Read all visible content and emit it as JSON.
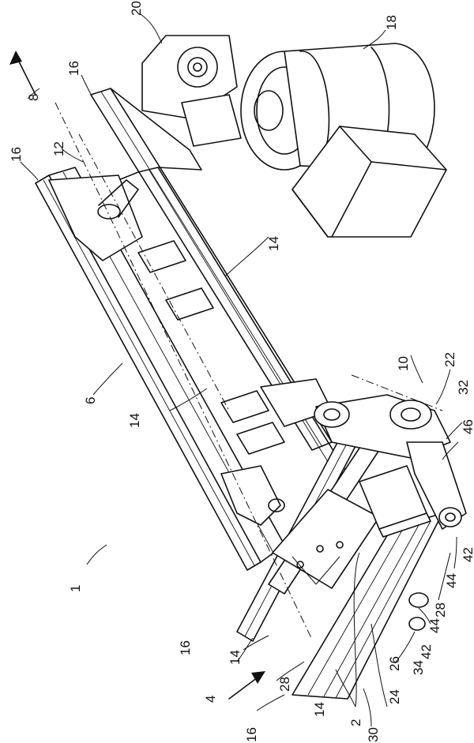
{
  "figure": {
    "reference_numerals": {
      "r1": "1",
      "r2": "2",
      "r4": "4",
      "r6": "6",
      "r8": "8",
      "r10": "10",
      "r12": "12",
      "r14a": "14",
      "r14b": "14",
      "r14c": "14",
      "r14d": "14",
      "r16a": "16",
      "r16b": "16",
      "r16c": "16",
      "r16d": "16",
      "r18": "18",
      "r20": "20",
      "r22": "22",
      "r24": "24",
      "r26": "26",
      "r28a": "28",
      "r28b": "28",
      "r30": "30",
      "r32": "32",
      "r34": "34",
      "r42a": "42",
      "r42b": "42",
      "r44a": "44",
      "r44b": "44",
      "r46": "46"
    }
  }
}
